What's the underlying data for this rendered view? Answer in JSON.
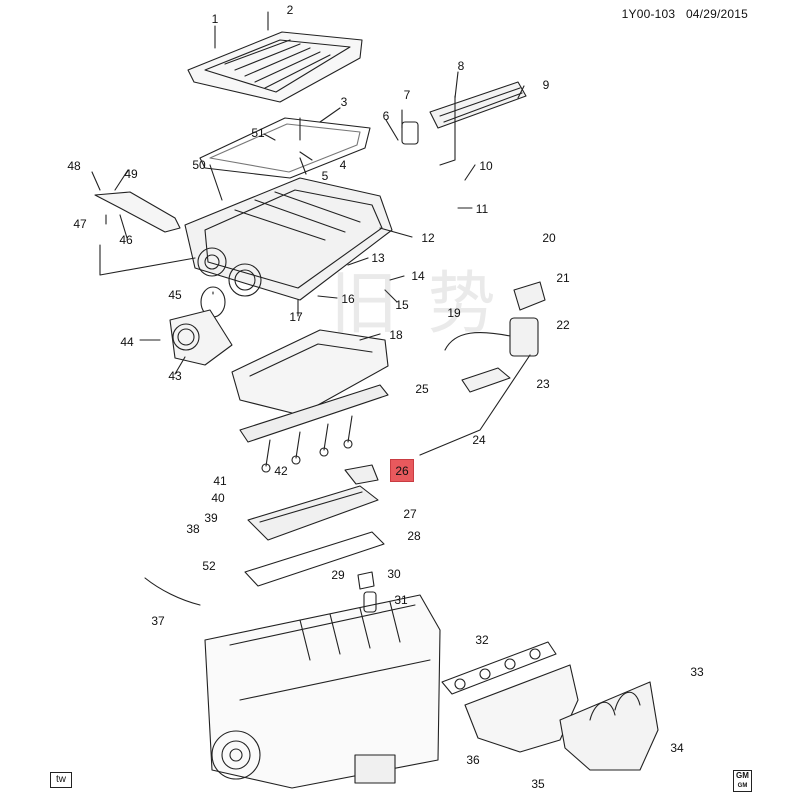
{
  "header": {
    "diagram_id": "1Y00-103",
    "date": "04/29/2015"
  },
  "callouts": [
    "1",
    "2",
    "3",
    "4",
    "5",
    "6",
    "7",
    "8",
    "9",
    "10",
    "11",
    "12",
    "13",
    "14",
    "15",
    "16",
    "17",
    "18",
    "19",
    "20",
    "21",
    "22",
    "23",
    "24",
    "25",
    "26",
    "27",
    "28",
    "29",
    "30",
    "31",
    "32",
    "33",
    "34",
    "35",
    "36",
    "37",
    "38",
    "39",
    "40",
    "41",
    "42",
    "43",
    "44",
    "45",
    "46",
    "47",
    "48",
    "49",
    "50",
    "51",
    "52"
  ],
  "highlighted_callout": "26",
  "corner_marks": {
    "left": "tw",
    "right_top": "GM",
    "right_bottom": "GM"
  },
  "watermark": "旧 势",
  "colors": {
    "highlight_fill": "#e8595d",
    "highlight_border": "#c93c42",
    "line": "#222222",
    "gasket_fill": "#cfcfcf"
  }
}
